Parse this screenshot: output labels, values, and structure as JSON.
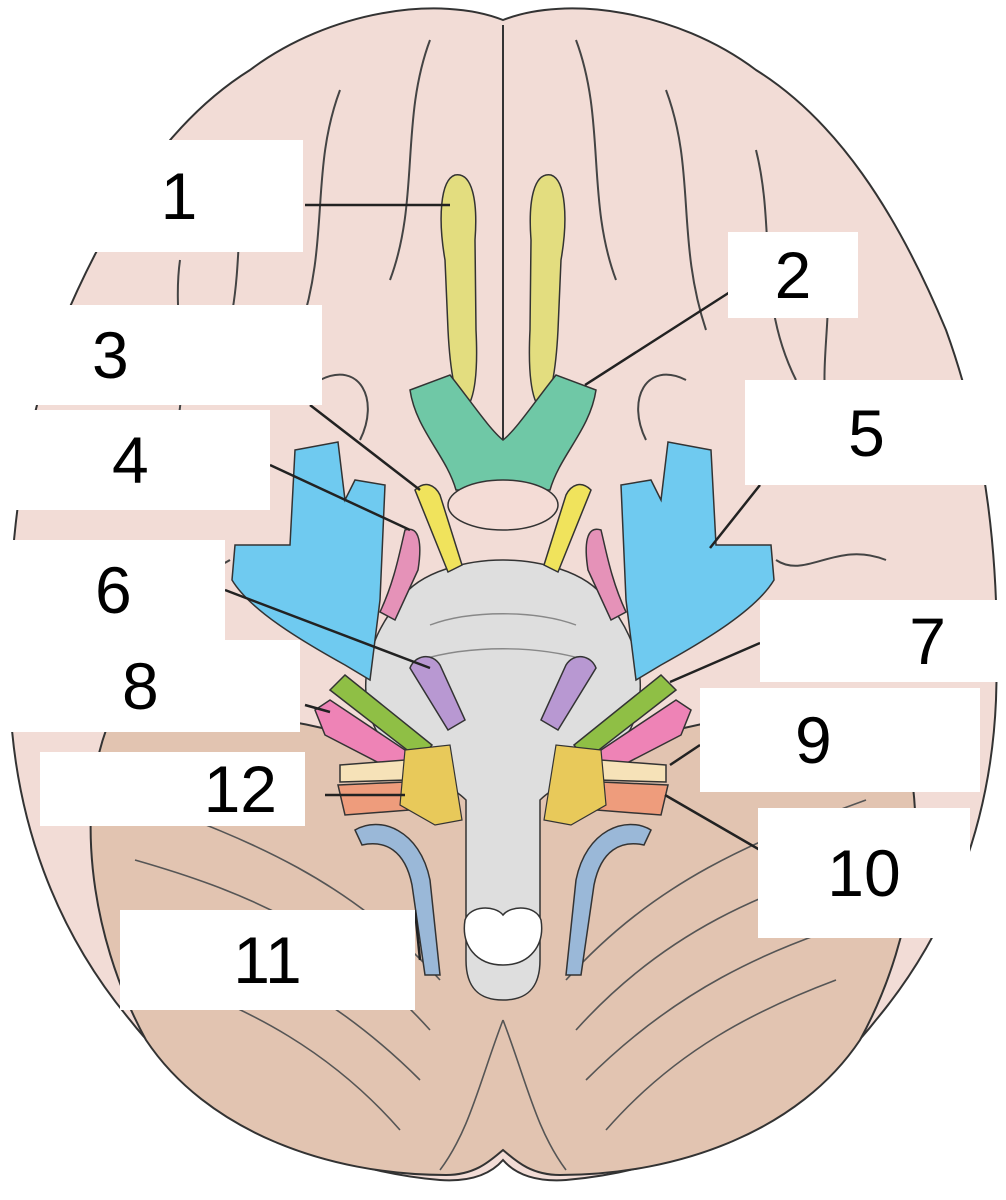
{
  "diagram": {
    "labels": [
      {
        "id": "1",
        "text": "1"
      },
      {
        "id": "2",
        "text": "2"
      },
      {
        "id": "3",
        "text": "3"
      },
      {
        "id": "4",
        "text": "4"
      },
      {
        "id": "5",
        "text": "5"
      },
      {
        "id": "6",
        "text": "6"
      },
      {
        "id": "7",
        "text": "7"
      },
      {
        "id": "8",
        "text": "8"
      },
      {
        "id": "9",
        "text": "9"
      },
      {
        "id": "10",
        "text": "10"
      },
      {
        "id": "11",
        "text": "11"
      },
      {
        "id": "12",
        "text": "12"
      }
    ],
    "colors": {
      "cerebrum": "#f2dcd6",
      "cerebellum": "#e2c4b1",
      "brainstem": "#dedede",
      "olfactory": "#e3dd7f",
      "optic": "#6fc8a6",
      "oculomotor": "#f0e35c",
      "trochlear": "#e592b8",
      "trigeminal": "#6fcaf0",
      "abducens": "#b898d2",
      "facial": "#8fbf45",
      "vestibulocochlear": "#ee83b6",
      "glossopharyngeal": "#f6e2b8",
      "vagus": "#ee9c7c",
      "accessory": "#9ab8d8",
      "hypoglossal": "#e8c95a",
      "outline": "#333333"
    }
  }
}
